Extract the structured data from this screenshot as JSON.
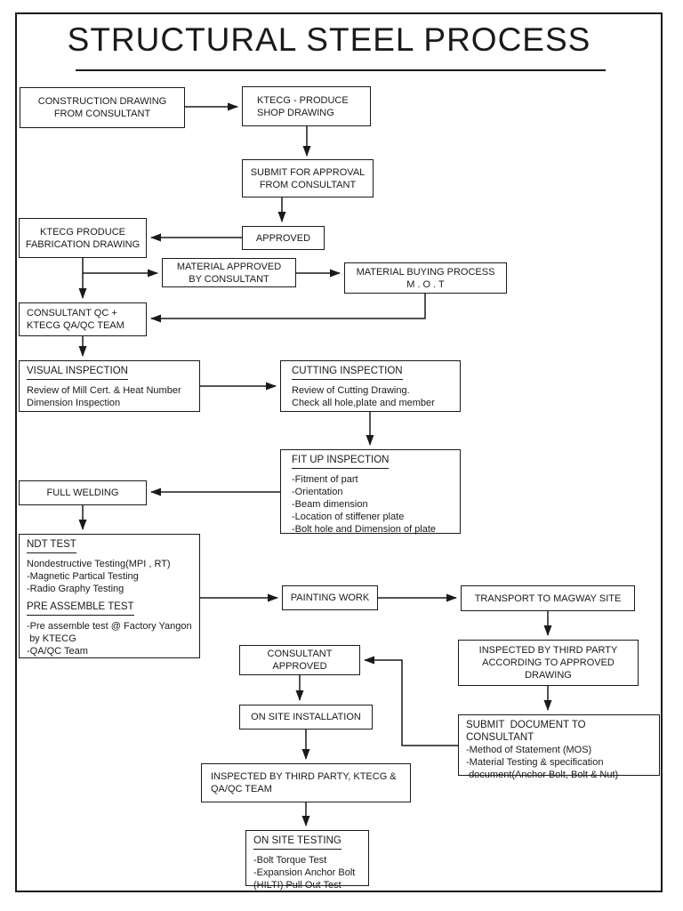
{
  "theme": {
    "ink": "#1a1a1a",
    "background": "#ffffff"
  },
  "title": "STRUCTURAL STEEL PROCESS",
  "nodes": {
    "construction_drawing": {
      "lines": [
        "CONSTRUCTION DRAWING",
        "FROM CONSULTANT"
      ]
    },
    "shop_drawing": {
      "lines": [
        "KTECG - PRODUCE",
        "SHOP DRAWING"
      ]
    },
    "submit_approval": {
      "lines": [
        "SUBMIT FOR APPROVAL",
        "FROM CONSULTANT"
      ]
    },
    "approved": {
      "lines": [
        "APPROVED"
      ]
    },
    "fabrication_drawing": {
      "lines": [
        "KTECG PRODUCE",
        "FABRICATION DRAWING"
      ]
    },
    "material_approved": {
      "lines": [
        "MATERIAL APPROVED",
        "BY CONSULTANT"
      ]
    },
    "material_buying": {
      "lines": [
        "MATERIAL BUYING PROCESS",
        "M . O . T"
      ]
    },
    "consultant_qc": {
      "lines": [
        "CONSULTANT QC +",
        "KTECG QA/QC TEAM"
      ]
    },
    "visual_inspection": {
      "heading": "VISUAL INSPECTION",
      "lines": [
        "Review of Mill Cert. & Heat Number",
        "Dimension Inspection"
      ]
    },
    "cutting_inspection": {
      "heading": "CUTTING INSPECTION",
      "lines": [
        "Review of Cutting Drawing.",
        "Check all hole,plate and member"
      ]
    },
    "fit_up_inspection": {
      "heading": "FIT UP INSPECTION",
      "lines": [
        "-Fitment of part",
        "-Orientation",
        "-Beam dimension",
        "-Location of stiffener plate",
        "-Bolt hole and Dimension of plate"
      ]
    },
    "full_welding": {
      "lines": [
        "FULL WELDING"
      ]
    },
    "ndt_test": {
      "heading": "NDT TEST",
      "lines": [
        "Nondestructive Testing(MPI , RT)",
        "-Magnetic Partical Testing",
        "-Radio Graphy Testing"
      ],
      "heading2": "PRE ASSEMBLE TEST",
      "lines2": [
        "-Pre assemble test @ Factory Yangon",
        " by KTECG",
        "-QA/QC Team"
      ]
    },
    "painting_work": {
      "lines": [
        "PAINTING WORK"
      ]
    },
    "transport_magway": {
      "lines": [
        "TRANSPORT TO MAGWAY SITE"
      ]
    },
    "inspected_third_party_drawing": {
      "lines": [
        "INSPECTED BY THIRD PARTY",
        "ACCORDING TO APPROVED",
        "DRAWING"
      ]
    },
    "submit_document": {
      "heading": "SUBMIT  DOCUMENT TO CONSULTANT",
      "lines": [
        "-Method of Statement (MOS)",
        "-Material Testing & specification",
        " document(Anchor Bolt, Bolt & Nut)"
      ]
    },
    "consultant_approved": {
      "lines": [
        "CONSULTANT",
        "APPROVED"
      ]
    },
    "on_site_installation": {
      "lines": [
        "ON SITE INSTALLATION"
      ]
    },
    "inspected_third_party_ktecg": {
      "lines": [
        "INSPECTED BY THIRD PARTY, KTECG &",
        "QA/QC TEAM"
      ]
    },
    "on_site_testing": {
      "heading": "ON SITE TESTING",
      "lines": [
        "-Bolt Torque Test",
        "-Expansion Anchor Bolt",
        "(HILTI) Pull Out Test"
      ]
    }
  }
}
